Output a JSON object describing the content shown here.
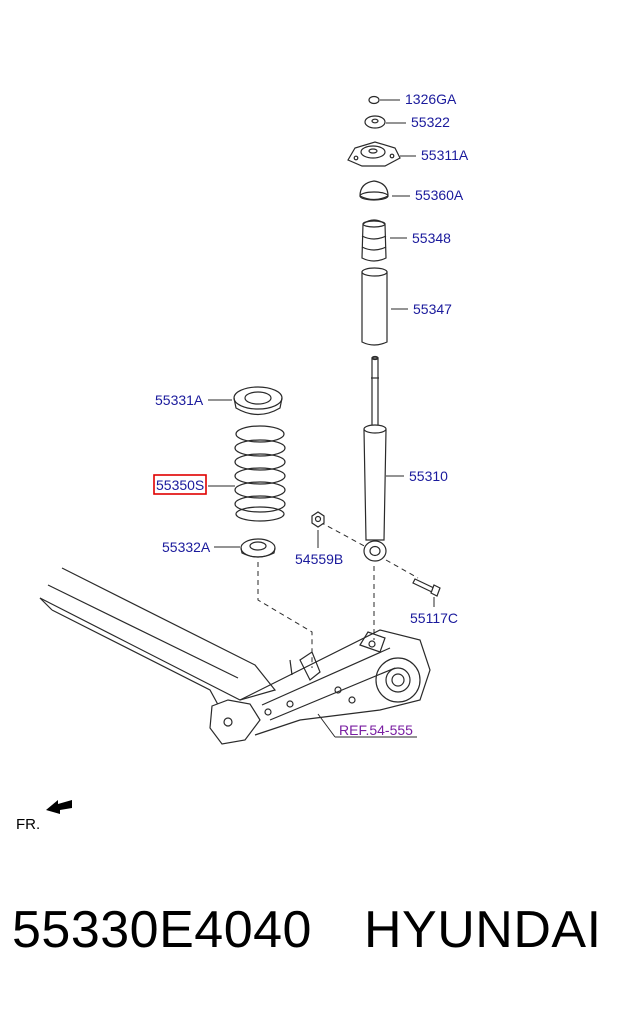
{
  "diagram": {
    "callouts": {
      "nut": "1326GA",
      "washer": "55322",
      "mount": "55311A",
      "cap": "55360A",
      "bumper": "55348",
      "dust_cover": "55347",
      "upper_spring_seat": "55331A",
      "spring": "55350S",
      "lower_spring_seat": "55332A",
      "shock_absorber": "55310",
      "flange_nut": "54559B",
      "bolt": "55117C",
      "reference": "REF.54-555"
    },
    "front_indicator": "FR.",
    "highlight_color": "#e00000",
    "label_color": "#1a1a9c",
    "reference_color": "#7a1fa2"
  },
  "caption": {
    "part_number": "55330E4040",
    "brand": "HYUNDAI"
  }
}
